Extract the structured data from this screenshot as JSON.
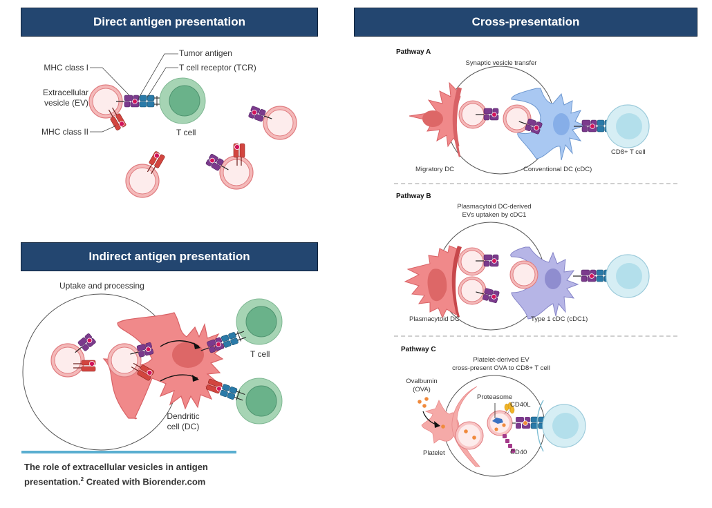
{
  "colors": {
    "banner_bg": "#234670",
    "banner_text": "#ffffff",
    "ev_membrane": "#e5878a",
    "ev_fill": "#fdecec",
    "mhc1": "#7b3a8c",
    "mhc2": "#d2453f",
    "tcr": "#2a7aa8",
    "antigen": "#d2145a",
    "t_cell_outer": "#a6d4b4",
    "t_cell_nucleus": "#6ab28a",
    "dc_red": "#f0898a",
    "cdc_blue": "#a9c8f2",
    "cdc1_purple": "#b6b5e6",
    "cd8_cell": "#d6eef4",
    "ova": "#f08a3c",
    "caption_rule": "#5aaed0"
  },
  "direct": {
    "title": "Direct antigen presentation",
    "labels": {
      "mhc1": "MHC class I",
      "ev_line1": "Extracellular",
      "ev_line2": "vesicle (EV)",
      "mhc2": "MHC class II",
      "tumor_antigen": "Tumor antigen",
      "tcr": "T cell receptor (TCR)",
      "t_cell": "T cell"
    }
  },
  "indirect": {
    "title": "Indirect antigen presentation",
    "labels": {
      "uptake": "Uptake and processing",
      "t_cell": "T cell",
      "dc_line1": "Dendritic",
      "dc_line2": "cell (DC)"
    }
  },
  "cross": {
    "title": "Cross-presentation",
    "pathway_a": {
      "heading": "Pathway A",
      "subtitle": "Synaptic vesicle transfer",
      "left_cell": "Migratory DC",
      "right_cell": "Conventional DC (cDC)",
      "t_cell": "CD8+ T cell"
    },
    "pathway_b": {
      "heading": "Pathway B",
      "subtitle_line1": "Plasmacytoid DC-derived",
      "subtitle_line2": "EVs uptaken by cDC1",
      "left_cell": "Plasmacytoid DC",
      "right_cell": "Type 1 cDC (cDC1)"
    },
    "pathway_c": {
      "heading": "Pathway C",
      "subtitle_line1": "Platelet-derived EV",
      "subtitle_line2": "cross-present OVA to CD8+ T cell",
      "ova_line1": "Ovalbumin",
      "ova_line2": "(OVA)",
      "platelet": "Platelet",
      "proteasome": "Proteasome",
      "cd40l": "CD40L",
      "cd40": "CD40"
    }
  },
  "caption": {
    "line1": "The role of extracellular vesicles in antigen",
    "line2_a": "presentation.",
    "superscript": "2",
    "line2_b": " Created with Biorender.com"
  }
}
